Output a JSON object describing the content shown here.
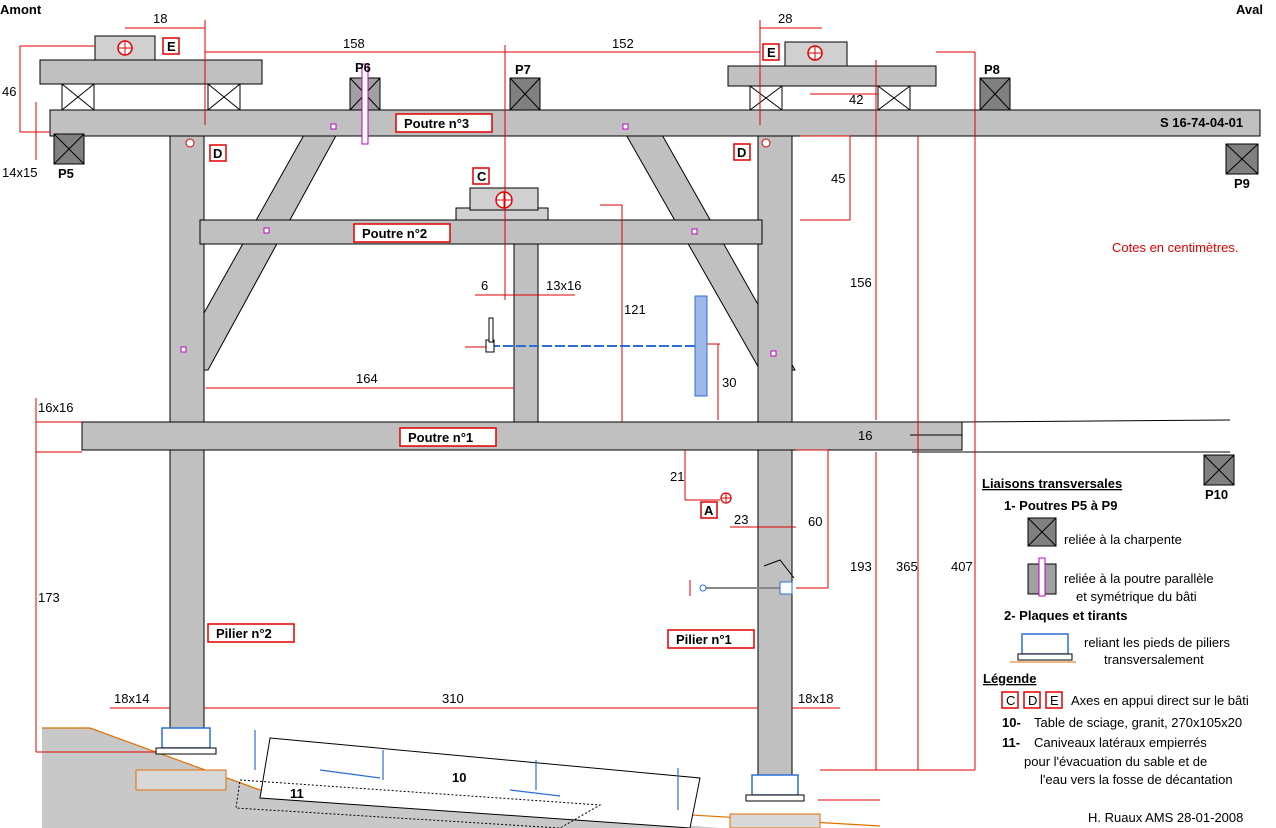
{
  "corners": {
    "left": "Amont",
    "right": "Aval"
  },
  "reference": "S 16-74-04-01",
  "units_note": "Cotes  en centimètres.",
  "beams": {
    "b3": "Poutre n°3",
    "b2": "Poutre n°2",
    "b1": "Poutre n°1"
  },
  "pillars": {
    "p2": "Pilier n°2",
    "p1": "Pilier n°1"
  },
  "posts": {
    "p5": "P5",
    "p6": "P6",
    "p7": "P7",
    "p8": "P8",
    "p9": "P9",
    "p10": "P10"
  },
  "axes": {
    "a": "A",
    "c": "C",
    "d": "D",
    "e": "E"
  },
  "dimensions": {
    "d18": "18",
    "d28": "28",
    "d158": "158",
    "d152": "152",
    "d46": "46",
    "d14x15": "14x15",
    "d42": "42",
    "d45": "45",
    "d6": "6",
    "d13x16": "13x16",
    "d121": "121",
    "d156": "156",
    "d164": "164",
    "d30": "30",
    "d16x16": "16x16",
    "d16": "16",
    "d21": "21",
    "d23": "23",
    "d60": "60",
    "d173": "173",
    "d193": "193",
    "d365": "365",
    "d407": "407",
    "d18x14": "18x14",
    "d310": "310",
    "d18x18": "18x18"
  },
  "table_labels": {
    "t10": "10",
    "t11": "11"
  },
  "legend": {
    "liaisons_title": "Liaisons transversales",
    "item1_title": "1- Poutres   P5 à P9",
    "item1_a": "reliée  à la charpente",
    "item1_b1": "reliée à la poutre parallèle",
    "item1_b2": "et  symétrique du bâti",
    "item2_title": "2- Plaques et tirants",
    "item2_a1": "reliant les pieds de piliers",
    "item2_a2": "transversalement",
    "legende_title": "Légende",
    "axes_c": "C",
    "axes_d": "D",
    "axes_e": "E",
    "axes_text": "Axes en appui direct sur le bâti",
    "i10_num": "10-",
    "i10_text": "Table de sciage, granit,   270x105x20",
    "i11_num": "11-",
    "i11_l1": "Caniveaux latéraux empierrés",
    "i11_l2": "pour l'évacuation du sable et de",
    "i11_l3": "l'eau vers la fosse de décantation"
  },
  "signature": "H. Ruaux  AMS  28-01-2008",
  "colors": {
    "dimension": "#e00000",
    "beam": "#c0c0c0",
    "post": "#808080",
    "flow": "#2b6fd6"
  }
}
